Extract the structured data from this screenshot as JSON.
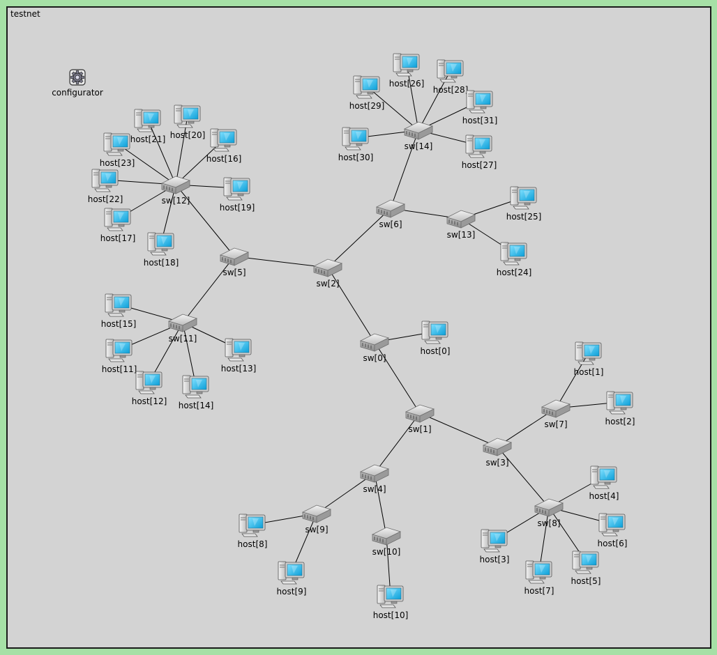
{
  "network": {
    "title": "testnet"
  },
  "configurator": {
    "label": "configurator"
  },
  "nodes": [
    {
      "id": "configurator",
      "label": "configurator",
      "kind": "config"
    },
    {
      "id": "sw0",
      "label": "sw[0]",
      "kind": "switch"
    },
    {
      "id": "sw1",
      "label": "sw[1]",
      "kind": "switch"
    },
    {
      "id": "sw2",
      "label": "sw[2]",
      "kind": "switch"
    },
    {
      "id": "sw3",
      "label": "sw[3]",
      "kind": "switch"
    },
    {
      "id": "sw4",
      "label": "sw[4]",
      "kind": "switch"
    },
    {
      "id": "sw5",
      "label": "sw[5]",
      "kind": "switch"
    },
    {
      "id": "sw6",
      "label": "sw[6]",
      "kind": "switch"
    },
    {
      "id": "sw7",
      "label": "sw[7]",
      "kind": "switch"
    },
    {
      "id": "sw8",
      "label": "sw[8]",
      "kind": "switch"
    },
    {
      "id": "sw9",
      "label": "sw[9]",
      "kind": "switch"
    },
    {
      "id": "sw10",
      "label": "sw[10]",
      "kind": "switch"
    },
    {
      "id": "sw11",
      "label": "sw[11]",
      "kind": "switch"
    },
    {
      "id": "sw12",
      "label": "sw[12]",
      "kind": "switch"
    },
    {
      "id": "sw13",
      "label": "sw[13]",
      "kind": "switch"
    },
    {
      "id": "sw14",
      "label": "sw[14]",
      "kind": "switch"
    },
    {
      "id": "host0",
      "label": "host[0]",
      "kind": "host"
    },
    {
      "id": "host1",
      "label": "host[1]",
      "kind": "host"
    },
    {
      "id": "host2",
      "label": "host[2]",
      "kind": "host"
    },
    {
      "id": "host3",
      "label": "host[3]",
      "kind": "host"
    },
    {
      "id": "host4",
      "label": "host[4]",
      "kind": "host"
    },
    {
      "id": "host5",
      "label": "host[5]",
      "kind": "host"
    },
    {
      "id": "host6",
      "label": "host[6]",
      "kind": "host"
    },
    {
      "id": "host7",
      "label": "host[7]",
      "kind": "host"
    },
    {
      "id": "host8",
      "label": "host[8]",
      "kind": "host"
    },
    {
      "id": "host9",
      "label": "host[9]",
      "kind": "host"
    },
    {
      "id": "host10",
      "label": "host[10]",
      "kind": "host"
    },
    {
      "id": "host11",
      "label": "host[11]",
      "kind": "host"
    },
    {
      "id": "host12",
      "label": "host[12]",
      "kind": "host"
    },
    {
      "id": "host13",
      "label": "host[13]",
      "kind": "host"
    },
    {
      "id": "host14",
      "label": "host[14]",
      "kind": "host"
    },
    {
      "id": "host15",
      "label": "host[15]",
      "kind": "host"
    },
    {
      "id": "host16",
      "label": "host[16]",
      "kind": "host"
    },
    {
      "id": "host17",
      "label": "host[17]",
      "kind": "host"
    },
    {
      "id": "host18",
      "label": "host[18]",
      "kind": "host"
    },
    {
      "id": "host19",
      "label": "host[19]",
      "kind": "host"
    },
    {
      "id": "host20",
      "label": "host[20]",
      "kind": "host"
    },
    {
      "id": "host21",
      "label": "host[21]",
      "kind": "host"
    },
    {
      "id": "host22",
      "label": "host[22]",
      "kind": "host"
    },
    {
      "id": "host23",
      "label": "host[23]",
      "kind": "host"
    },
    {
      "id": "host24",
      "label": "host[24]",
      "kind": "host"
    },
    {
      "id": "host25",
      "label": "host[25]",
      "kind": "host"
    },
    {
      "id": "host26",
      "label": "host[26]",
      "kind": "host"
    },
    {
      "id": "host27",
      "label": "host[27]",
      "kind": "host"
    },
    {
      "id": "host28",
      "label": "host[28]",
      "kind": "host"
    },
    {
      "id": "host29",
      "label": "host[29]",
      "kind": "host"
    },
    {
      "id": "host30",
      "label": "host[30]",
      "kind": "host"
    },
    {
      "id": "host31",
      "label": "host[31]",
      "kind": "host"
    }
  ],
  "links": [
    [
      "sw2",
      "sw5"
    ],
    [
      "sw2",
      "sw6"
    ],
    [
      "sw2",
      "sw0"
    ],
    [
      "sw5",
      "sw12"
    ],
    [
      "sw5",
      "sw11"
    ],
    [
      "sw6",
      "sw14"
    ],
    [
      "sw6",
      "sw13"
    ],
    [
      "sw0",
      "host0"
    ],
    [
      "sw0",
      "sw1"
    ],
    [
      "sw1",
      "sw4"
    ],
    [
      "sw1",
      "sw3"
    ],
    [
      "sw3",
      "sw7"
    ],
    [
      "sw3",
      "sw8"
    ],
    [
      "sw4",
      "sw9"
    ],
    [
      "sw4",
      "sw10"
    ],
    [
      "sw7",
      "host1"
    ],
    [
      "sw7",
      "host2"
    ],
    [
      "sw8",
      "host3"
    ],
    [
      "sw8",
      "host4"
    ],
    [
      "sw8",
      "host5"
    ],
    [
      "sw8",
      "host6"
    ],
    [
      "sw8",
      "host7"
    ],
    [
      "sw9",
      "host8"
    ],
    [
      "sw9",
      "host9"
    ],
    [
      "sw10",
      "host10"
    ],
    [
      "sw11",
      "host11"
    ],
    [
      "sw11",
      "host12"
    ],
    [
      "sw11",
      "host13"
    ],
    [
      "sw11",
      "host14"
    ],
    [
      "sw11",
      "host15"
    ],
    [
      "sw12",
      "host16"
    ],
    [
      "sw12",
      "host17"
    ],
    [
      "sw12",
      "host18"
    ],
    [
      "sw12",
      "host19"
    ],
    [
      "sw12",
      "host20"
    ],
    [
      "sw12",
      "host21"
    ],
    [
      "sw12",
      "host22"
    ],
    [
      "sw12",
      "host23"
    ],
    [
      "sw13",
      "host24"
    ],
    [
      "sw13",
      "host25"
    ],
    [
      "sw14",
      "host26"
    ],
    [
      "sw14",
      "host27"
    ],
    [
      "sw14",
      "host28"
    ],
    [
      "sw14",
      "host29"
    ],
    [
      "sw14",
      "host30"
    ],
    [
      "sw14",
      "host31"
    ]
  ],
  "colors": {
    "outer_border": "#a6e0a6",
    "canvas_bg": "#d3d3d3",
    "link": "#000000",
    "switch_body": "#c4c4c4",
    "monitor_screen": "#1fb8ef"
  }
}
